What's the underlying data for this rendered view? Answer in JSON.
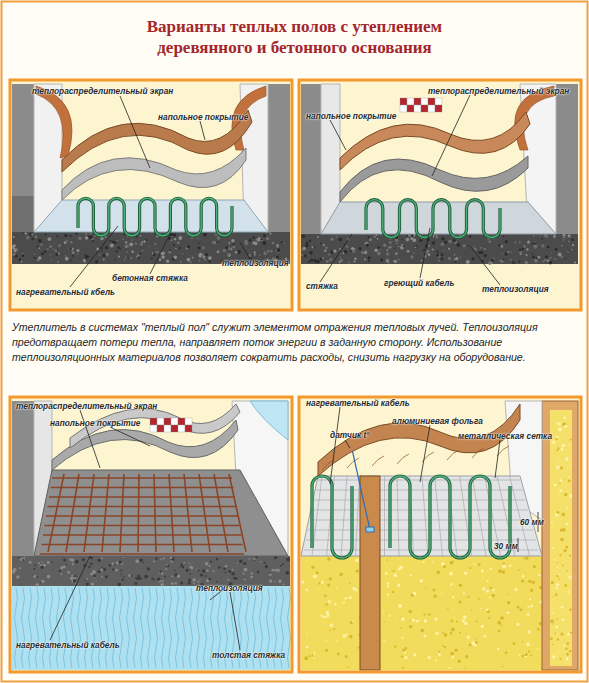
{
  "diagram": {
    "title": "Варианты теплых полов с утеплением деревянного и бетонного основания",
    "caption": "Утеплитель в системах \"теплый пол\" служит элементом отражения тепловых лучей. Теплоизоляция предотвращает потери тепла, направляет поток энергии в заданную сторону. Использование теплоизоляционных материалов позволяет сократить расходы, снизить нагрузку на оборудование.",
    "labels": [
      "теплораспределительный экран",
      "напольное покрытие",
      "нагревательный кбель",
      "бетонная стяжка",
      "теплоизоляция",
      "теплораспределительный экран",
      "напольное покрытие",
      "стяжка",
      "греющий кабель",
      "теплоизоляция",
      "теплораспределительный экран",
      "напольное покрытие",
      "теплоизоляция",
      "нагревательный кабель",
      "толстая стяжка",
      "нагревательный кабель",
      "алюминиевая фольга",
      "датчик t°",
      "металлическая сетка",
      "60 мм",
      "30 мм"
    ]
  }
}
